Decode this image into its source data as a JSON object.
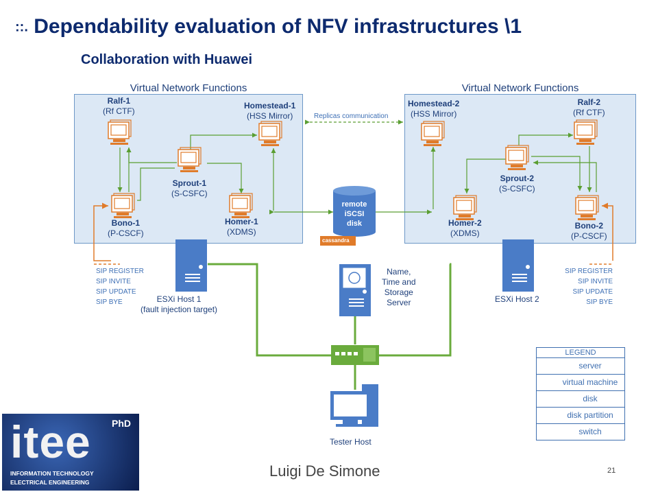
{
  "slide": {
    "title_prefix": "::.",
    "title": "Dependability evaluation of NFV infrastructures \\1",
    "subtitle": "Collaboration with Huawei",
    "author": "Luigi De Simone",
    "page_number": "21"
  },
  "left_panel": {
    "title": "Virtual Network Functions",
    "vms": [
      {
        "name": "Ralf-1",
        "role": "(Rf CTF)"
      },
      {
        "name": "Homestead-1",
        "role": "(HSS Mirror)"
      },
      {
        "name": "Sprout-1",
        "role": "(S-CSFC)"
      },
      {
        "name": "Bono-1",
        "role": "(P-CSCF)"
      },
      {
        "name": "Homer-1",
        "role": "(XDMS)"
      }
    ]
  },
  "right_panel": {
    "title": "Virtual Network Functions",
    "vms": [
      {
        "name": "Homestead-2",
        "role": "(HSS Mirror)"
      },
      {
        "name": "Ralf-2",
        "role": "(Rf CTF)"
      },
      {
        "name": "Sprout-2",
        "role": "(S-CSFC)"
      },
      {
        "name": "Homer-2",
        "role": "(XDMS)"
      },
      {
        "name": "Bono-2",
        "role": "(P-CSCF)"
      }
    ]
  },
  "replicas_label": "Replicas communication",
  "disk": {
    "lines": [
      "remote",
      "iSCSI",
      "disk"
    ],
    "partition": "cassandra"
  },
  "hosts": {
    "esxi1": [
      "ESXi Host 1",
      "(fault injection target)"
    ],
    "esxi2": "ESXi Host 2",
    "nts": [
      "Name,",
      "Time and",
      "Storage",
      "Server"
    ],
    "tester": "Tester Host"
  },
  "sip_left": [
    "SIP REGISTER",
    "SIP INVITE",
    "SIP UPDATE",
    "SIP BYE"
  ],
  "sip_right": [
    "SIP REGISTER",
    "SIP INVITE",
    "SIP UPDATE",
    "SIP BYE"
  ],
  "legend": {
    "title": "LEGEND",
    "items": [
      "server",
      "virtual machine",
      "disk",
      "disk partition",
      "switch"
    ]
  },
  "logo": {
    "text": "itee",
    "badge": "PhD",
    "line1": "INFORMATION TECHNOLOGY",
    "line2": "ELECTRICAL ENGINEERING"
  },
  "colors": {
    "vm": "#e07b2a",
    "link": "#5a9e32",
    "server": "#4a7cc7",
    "title": "#0d2a6e"
  }
}
